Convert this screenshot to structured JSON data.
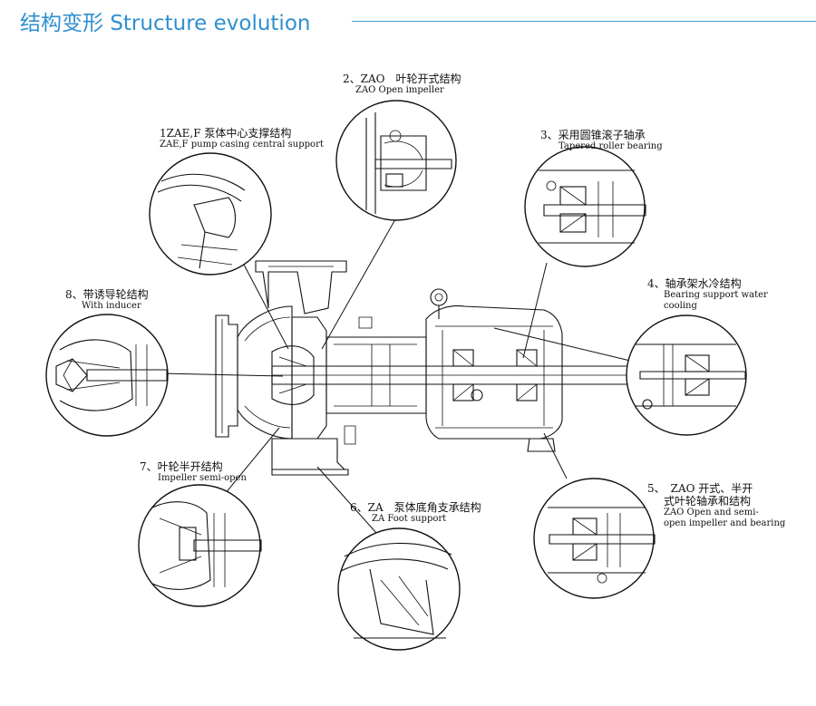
{
  "header": {
    "title_cn": "结构变形",
    "title_en": "Structure evolution",
    "accent_color": "#2f8fd0"
  },
  "callouts": [
    {
      "id": "c1",
      "line1": "1ZAE,F 泵体中心支撑结构",
      "line2": "ZAE,F pump casing central support"
    },
    {
      "id": "c2",
      "line1": "2、ZAO　叶轮开式结构",
      "line2": "ZAO Open impeller"
    },
    {
      "id": "c3",
      "line1": "3、采用圆锥滚子轴承",
      "line2": "Tapered roller bearing"
    },
    {
      "id": "c4",
      "line1": "4、轴承架水冷结构",
      "line2": "Bearing support water",
      "line3": "cooling"
    },
    {
      "id": "c5",
      "line1": "5、　ZAO 开式、半开",
      "line2": "式叶轮轴承和结构",
      "line3": "ZAO Open and semi-",
      "line4": "open impeller and bearing"
    },
    {
      "id": "c6",
      "line1": "6、ZA　泵体底角支承结构",
      "line2": "ZA Foot support"
    },
    {
      "id": "c7",
      "line1": "7、叶轮半开结构",
      "line2": "Impeller semi-open"
    },
    {
      "id": "c8",
      "line1": "8、带诱导轮结构",
      "line2": "With inducer"
    }
  ]
}
